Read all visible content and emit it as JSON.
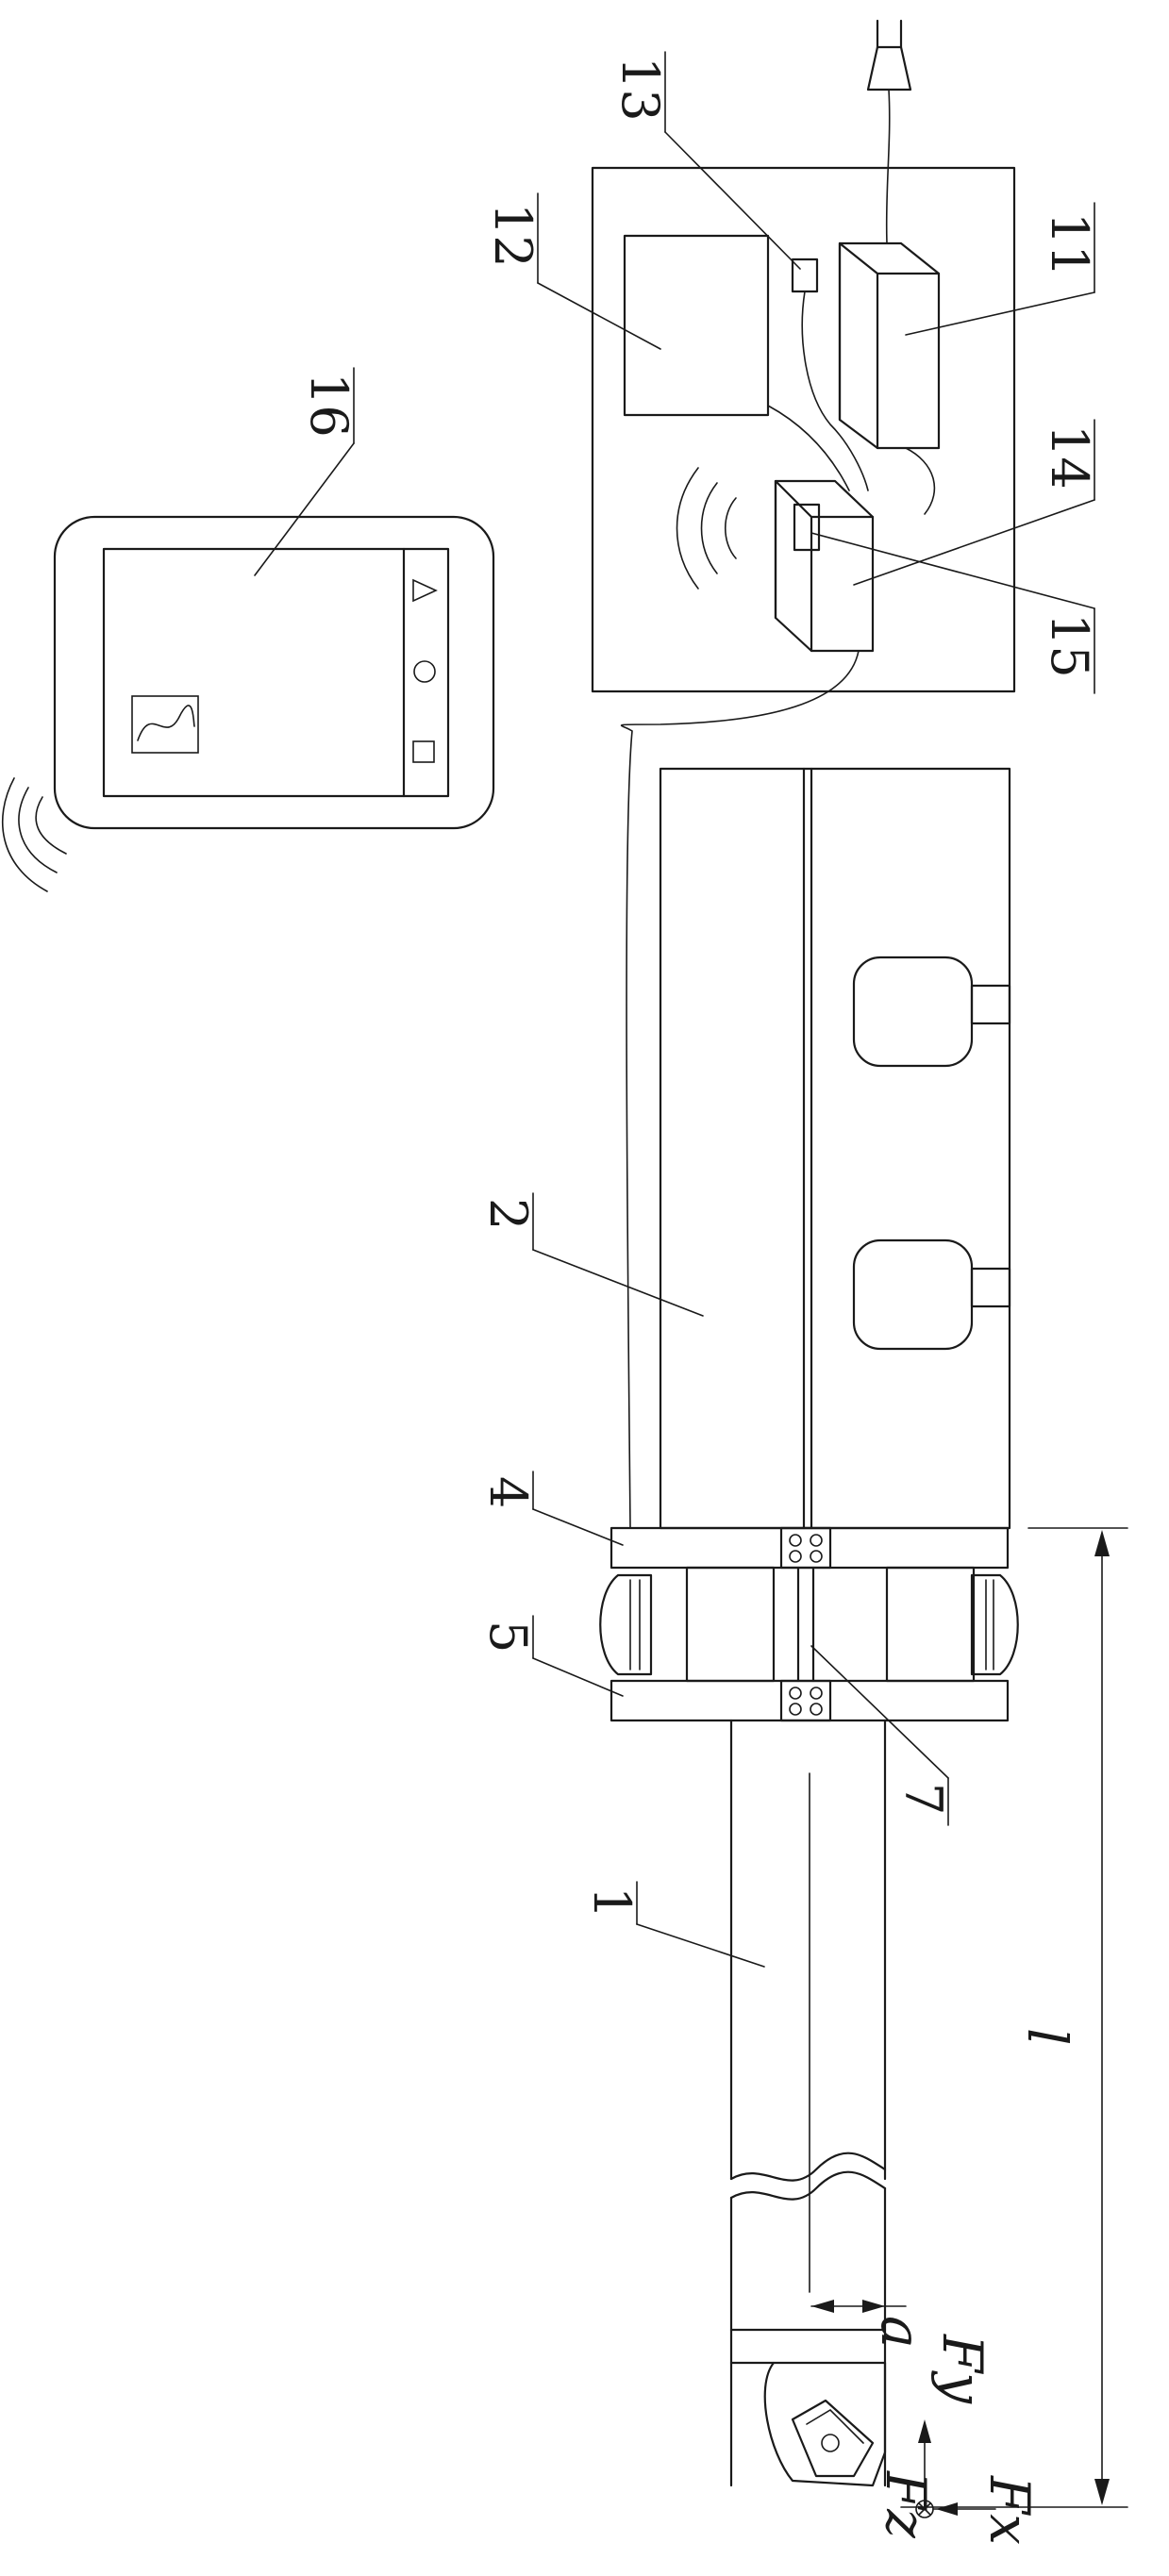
{
  "labels": {
    "tool_bar": "1",
    "main_body": "2",
    "flange_4": "4",
    "flange_5": "5",
    "connector_7": "7",
    "power_supply": "11",
    "control_box": "12",
    "switch": "13",
    "transmitter": "14",
    "antenna_module": "15",
    "tablet": "16"
  },
  "symbols": {
    "length": "l",
    "offset": "a",
    "force_x": "Fx",
    "force_y": "Fy",
    "force_z": "Fz"
  }
}
